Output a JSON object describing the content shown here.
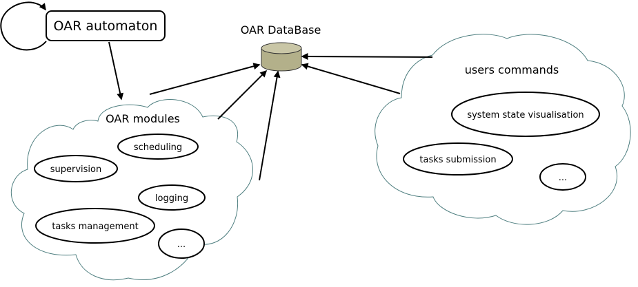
{
  "automaton": {
    "label": "OAR automaton"
  },
  "database": {
    "label": "OAR DataBase",
    "colors": {
      "body": "#b3b08a",
      "top": "#c9c6a6",
      "stroke": "#333333"
    }
  },
  "modules": {
    "title": "OAR modules",
    "items": {
      "scheduling": "scheduling",
      "supervision": "supervision",
      "logging": "logging",
      "tasks_management": "tasks management",
      "ellipsis": "..."
    }
  },
  "users": {
    "title": "users commands",
    "items": {
      "system_state_visualisation": "system state visualisation",
      "tasks_submission": "tasks submission",
      "ellipsis": "..."
    }
  },
  "colors": {
    "cloud_stroke": "#4f7f80",
    "line": "#000000",
    "background": "#ffffff"
  }
}
